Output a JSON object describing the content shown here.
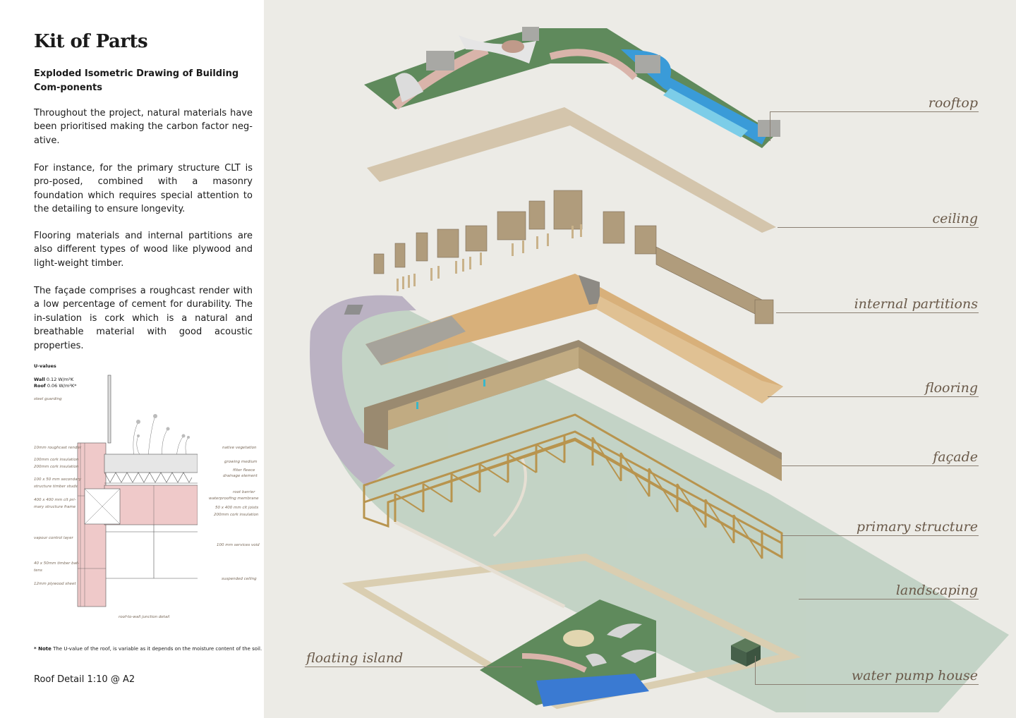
{
  "title": "Kit of Parts",
  "subtitle": "Exploded Isometric Drawing of Building Com-ponents",
  "paragraphs": [
    "Throughout the project, natural materials have been prioritised making the carbon factor neg-ative.",
    "For instance, for the primary structure CLT is pro-posed, combined with a masonry foundation which requires special attention to the detailing to ensure longevity.",
    "Flooring materials and internal partitions are also different types of wood like plywood and light-weight timber.",
    "The façade comprises a roughcast render with a low percentage of cement for durability. The in-sulation is cork which is a natural and breathable material with good acoustic properties."
  ],
  "uvalues": {
    "heading": "U-values",
    "wall_label": "Wall",
    "wall_value": "0.12 W/m²K",
    "roof_label": "Roof",
    "roof_value": "0.06 W/m²K*"
  },
  "detail_labels_left": [
    "steel guarding",
    "10mm roughcast render",
    "100mm cork insulation",
    "200mm cork insulation",
    "100 x 50 mm secondary",
    "structure timber studs",
    "400 x 400 mm clt pri-",
    "mary structure frame",
    "vapour control layer",
    "40 x 50mm timber bat-",
    "tens",
    "12mm plywood sheet"
  ],
  "detail_labels_right": [
    "native vegetation",
    "growing medium",
    "filter fleece",
    "drainage element",
    "root barrier",
    "waterproofing membrane",
    "50 x 400 mm clt joists",
    "200mm cork insulation",
    "100 mm services void",
    "suspended ceiling"
  ],
  "detail_caption": "roof-to-wall junction detail",
  "note_label": "* Note",
  "note_text": "The U-value of the roof, is variable as it depends on the moisture content of the soil.",
  "roof_detail": "Roof Detail 1:10 @ A2",
  "components": {
    "rooftop": "rooftop",
    "ceiling": "ceiling",
    "internal_partitions": "internal partitions",
    "flooring": "flooring",
    "facade": "façade",
    "primary_structure": "primary structure",
    "landscaping": "landscaping",
    "floating_island": "floating island",
    "water_pump_house": "water pump house"
  },
  "colors": {
    "roof_green": "#5f8a5c",
    "pool_blue": "#3a9bd8",
    "ceiling_beige": "#d4c5ac",
    "timber": "#b89a5e",
    "landscape_green": "#b9cdbf",
    "path_lilac": "#b3a9be",
    "label_brown": "#6a5a4a"
  }
}
